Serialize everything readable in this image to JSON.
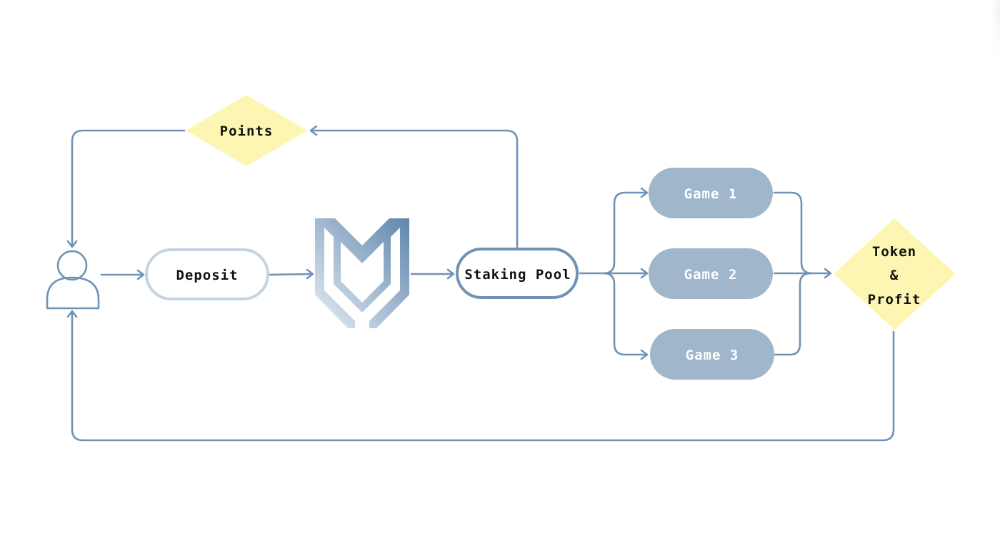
{
  "colors": {
    "line": "#6f93b6",
    "game_fill": "#9fb6cb",
    "game_text": "#ffffff",
    "diamond_fill": "#fdf6b2",
    "text_dark": "#111111",
    "deposit_border": "#c5d4e2",
    "logo_dark": "#5f86ac",
    "logo_light": "#e6edf4"
  },
  "nodes": {
    "user": {
      "icon": "user-icon"
    },
    "deposit": {
      "label": "Deposit"
    },
    "logo": {
      "icon": "shield-logo-icon"
    },
    "staking_pool": {
      "label": "Staking Pool"
    },
    "points": {
      "label": "Points"
    },
    "games": [
      {
        "label": "Game 1"
      },
      {
        "label": "Game 2"
      },
      {
        "label": "Game 3"
      }
    ],
    "token_profit": {
      "line1": "Token",
      "line2": "&",
      "line3": "Profit"
    }
  },
  "edges": [
    {
      "from": "user",
      "to": "deposit"
    },
    {
      "from": "deposit",
      "to": "logo"
    },
    {
      "from": "logo",
      "to": "staking_pool"
    },
    {
      "from": "staking_pool",
      "to": "points"
    },
    {
      "from": "points",
      "to": "user"
    },
    {
      "from": "staking_pool",
      "to": "game_1"
    },
    {
      "from": "staking_pool",
      "to": "game_2"
    },
    {
      "from": "staking_pool",
      "to": "game_3"
    },
    {
      "from": "game_1",
      "to": "token_profit"
    },
    {
      "from": "game_2",
      "to": "token_profit"
    },
    {
      "from": "game_3",
      "to": "token_profit"
    },
    {
      "from": "token_profit",
      "to": "user"
    }
  ]
}
